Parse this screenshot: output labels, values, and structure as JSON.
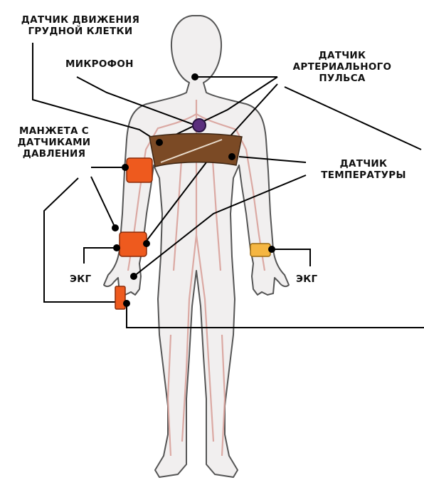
{
  "labels": {
    "chest_motion_sensor": [
      "ДАТЧИК ДВИЖЕНИЯ",
      "ГРУДНОЙ КЛЕТКИ"
    ],
    "microphone": "МИКРОФОН",
    "arterial_pulse_sensor": [
      "ДАТЧИК",
      "АРТЕРИАЛЬНОГО",
      "ПУЛЬСА"
    ],
    "pressure_cuff": [
      "МАНЖЕТА С",
      "ДАТЧИКАМИ",
      "ДАВЛЕНИЯ"
    ],
    "temperature_sensor": [
      "ДАТЧИК",
      "ТЕМПЕРАТУРЫ"
    ],
    "ecg_left": "ЭКГ",
    "ecg_right": "ЭКГ"
  },
  "colors": {
    "body_outline": "#555555",
    "body_fill": "#f1efef",
    "vessels": "#d9a29b",
    "chest_belt": "#7b4a25",
    "cuff": "#ee5a1e",
    "wrist_band": "#f5b642",
    "microphone": "#5b2f7d",
    "lines": "#000000"
  }
}
